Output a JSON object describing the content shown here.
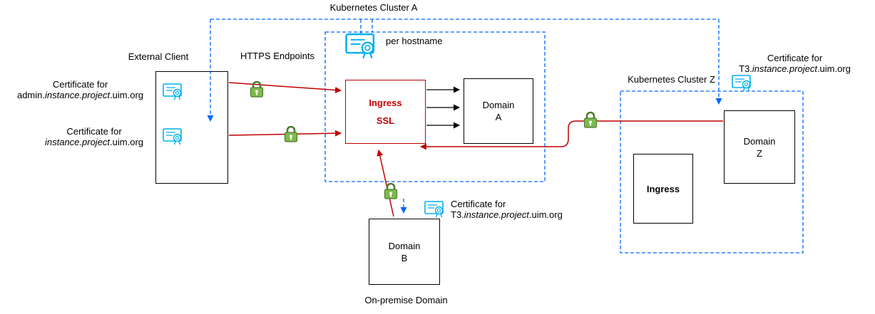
{
  "labels": {
    "cluster_a": "Kubernetes Cluster A",
    "cluster_z": "Kubernetes Cluster Z",
    "external_client": "External Client",
    "https_endpoints": "HTTPS Endpoints",
    "per_hostname": "per hostname",
    "on_premise_domain": "On-premise Domain"
  },
  "boxes": {
    "ingress_ssl": {
      "line1": "Ingress",
      "line2": "SSL"
    },
    "domain_a": {
      "line1": "Domain",
      "line2": "A"
    },
    "domain_b": {
      "line1": "Domain",
      "line2": "B"
    },
    "domain_z": {
      "line1": "Domain",
      "line2": "Z"
    },
    "ingress_z": "Ingress"
  },
  "certificates": {
    "admin": {
      "title": "Certificate for",
      "prefix": "admin.",
      "italic": "instance.project",
      "suffix": ".uim.org"
    },
    "instance": {
      "title": "Certificate for",
      "prefix": "",
      "italic": "instance.project",
      "suffix": ".uim.org"
    },
    "t3_onprem": {
      "title": "Certificate for",
      "prefix": "T3.",
      "italic": "instance.project",
      "suffix": ".uim.org"
    },
    "t3_cluster_z": {
      "title": "Certificate for",
      "prefix": "T3.",
      "italic": "instance.project",
      "suffix": ".uim.org"
    }
  },
  "icons": {
    "padlock": "padlock-icon",
    "certificate": "certificate-icon"
  },
  "colors": {
    "cluster_boundary_blue": "#0066ff",
    "arrow_red": "#c00000",
    "padlock_green": "#70ad47",
    "certificate_cyan": "#00b0f0"
  }
}
